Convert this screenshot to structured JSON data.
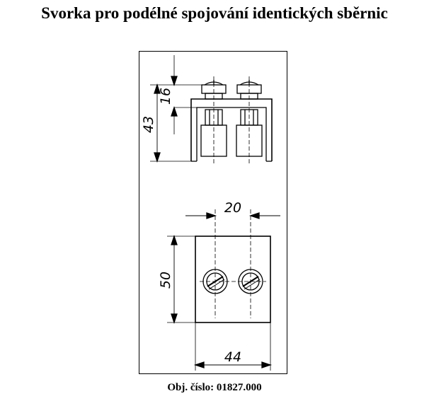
{
  "title": "Svorka pro podélné spojování identických sběrnic",
  "dimensions": {
    "side_height_total": "43",
    "side_height_top": "16",
    "top_spacing": "20",
    "top_height": "50",
    "top_width": "44"
  },
  "order": {
    "label": "Obj. číslo:",
    "number": "01827.000"
  }
}
